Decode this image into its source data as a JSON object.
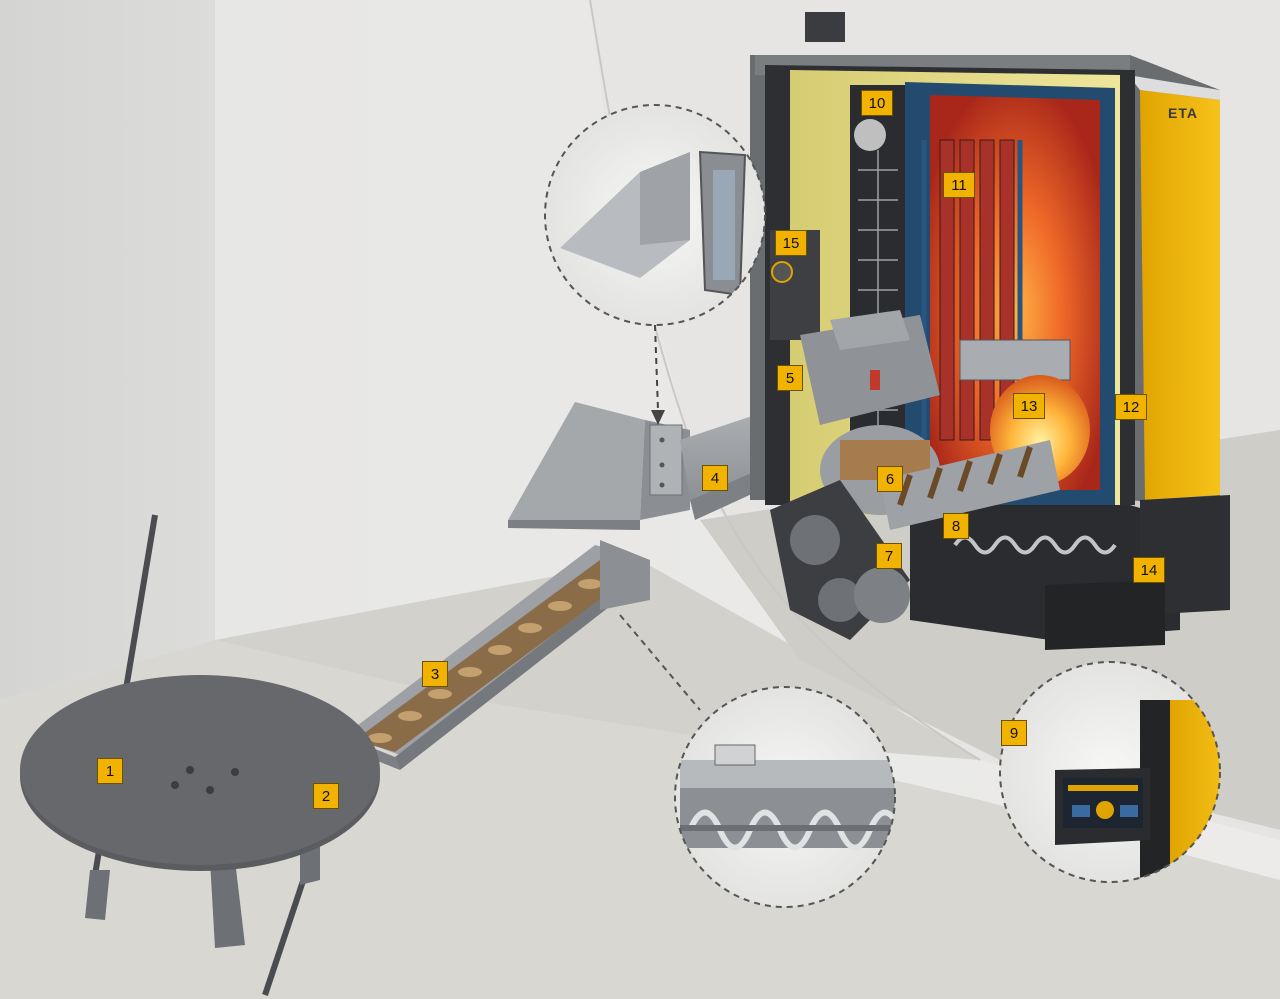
{
  "diagram": {
    "brand_mark": "ETA",
    "callouts": [
      {
        "id": "1",
        "label": "1"
      },
      {
        "id": "2",
        "label": "2"
      },
      {
        "id": "3",
        "label": "3"
      },
      {
        "id": "4",
        "label": "4"
      },
      {
        "id": "5",
        "label": "5"
      },
      {
        "id": "6",
        "label": "6"
      },
      {
        "id": "7",
        "label": "7"
      },
      {
        "id": "8",
        "label": "8"
      },
      {
        "id": "9",
        "label": "9"
      },
      {
        "id": "10",
        "label": "10"
      },
      {
        "id": "11",
        "label": "11"
      },
      {
        "id": "12",
        "label": "12"
      },
      {
        "id": "13",
        "label": "13"
      },
      {
        "id": "14",
        "label": "14"
      },
      {
        "id": "15",
        "label": "15"
      }
    ],
    "detail_insets": [
      {
        "name": "deflector-plates-detail"
      },
      {
        "name": "screw-conveyor-detail"
      },
      {
        "name": "touch-control-panel-detail"
      }
    ],
    "colors": {
      "callout_fill": "#f2b200",
      "boiler_yellow": "#f1b800",
      "insulation": "#e8df8a",
      "fire": "#e0501f",
      "steel": "#9a9da1",
      "dark_steel": "#3b3d40"
    }
  }
}
